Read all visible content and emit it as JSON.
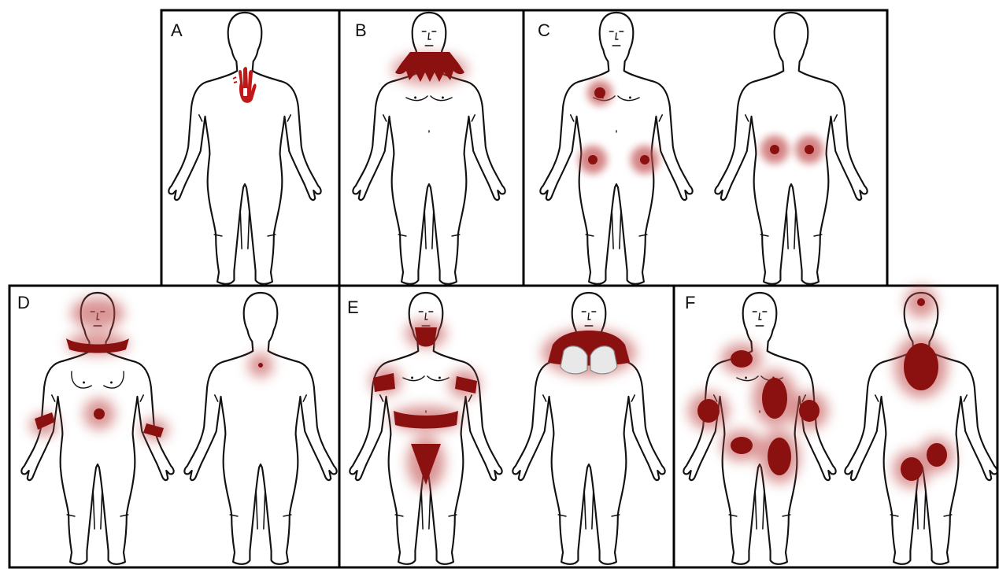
{
  "panels": [
    {
      "id": "A",
      "label": "A",
      "marks": [
        "handprint"
      ]
    },
    {
      "id": "B",
      "label": "B",
      "marks": [
        "shoulder-cape"
      ]
    },
    {
      "id": "C",
      "label": "C",
      "marks": [
        "right-chest-spot",
        "front-thigh-spots",
        "buttock-spots"
      ]
    },
    {
      "id": "D",
      "label": "D",
      "marks": [
        "face-glow",
        "neck-band",
        "navel-spot",
        "wrist-bands",
        "upper-back-spot"
      ]
    },
    {
      "id": "E",
      "label": "E",
      "marks": [
        "neck-collar",
        "upper-arm-bands",
        "waist-band",
        "groin-triangle",
        "bra-area"
      ]
    },
    {
      "id": "F",
      "label": "F",
      "marks": [
        "chest-spot",
        "abdomen-oval",
        "upper-arm-spots",
        "thigh-spots",
        "head-spot",
        "back-oval",
        "buttock-spots"
      ]
    }
  ],
  "colors": {
    "mark": "#8b1010",
    "glow": "#c25050",
    "hand": "#c01818",
    "outline": "#111111",
    "frame": "#000000",
    "bra": "#e8e8e8"
  }
}
